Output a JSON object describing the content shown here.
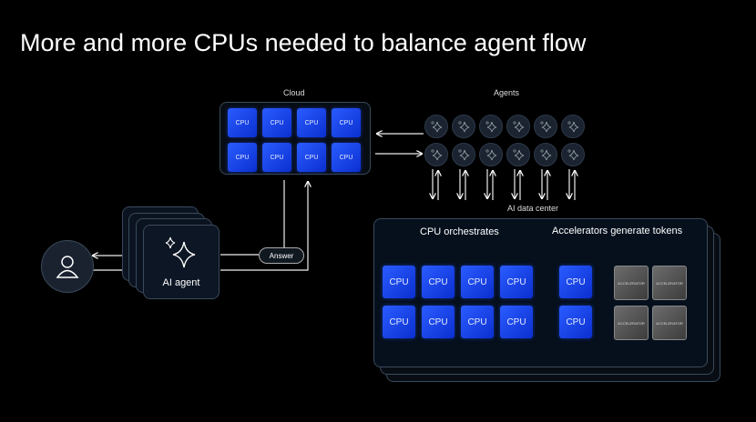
{
  "title": "More and more CPUs needed to balance agent flow",
  "cloud": {
    "label": "Cloud",
    "chip_label": "CPU",
    "chip_count": 8
  },
  "agents": {
    "label": "Agents",
    "count": 12,
    "icon": "sparkle-icon"
  },
  "datacenter": {
    "label": "AI data center",
    "cpu_heading": "CPU orchestrates",
    "acc_heading": "Accelerators generate tokens",
    "cpu_label": "CPU",
    "acc_label": "ACCELERATOR"
  },
  "ai_agent": {
    "label": "AI agent",
    "icon": "sparkle-icon"
  },
  "user": {
    "icon": "user-icon"
  },
  "answer_label": "Answer",
  "colors": {
    "cpu": "#1e4cff",
    "accelerator": "#555555",
    "background": "#000000"
  }
}
